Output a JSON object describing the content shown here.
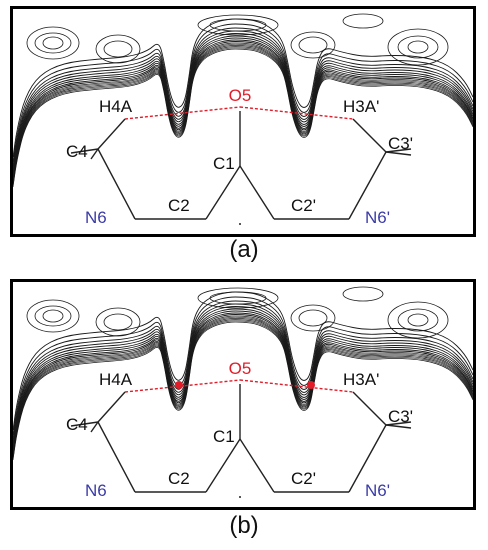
{
  "colors": {
    "carbon_label": "#111111",
    "nitrogen_label": "#3b3ba8",
    "oxygen_label": "#e11d2a",
    "hbond": "#e11d2a",
    "bcp": "#e11d2a",
    "contour": "#1a1a1a"
  },
  "panels": [
    {
      "caption": "(a)",
      "atoms": {
        "H4A": "H4A",
        "O5": "O5",
        "H3A'": "H3A'",
        "C4": "C4",
        "C1": "C1",
        "C3'": "C3'",
        "N6": "N6",
        "C2": "C2",
        "C2'": "C2'",
        "N6'": "N6'"
      },
      "bond_critical_points": false
    },
    {
      "caption": "(b)",
      "atoms": {
        "H4A": "H4A",
        "O5": "O5",
        "H3A'": "H3A'",
        "C4": "C4",
        "C1": "C1",
        "C3'": "C3'",
        "N6": "N6",
        "C2": "C2",
        "C2'": "C2'",
        "N6'": "N6'"
      },
      "bond_critical_points": true
    }
  ]
}
